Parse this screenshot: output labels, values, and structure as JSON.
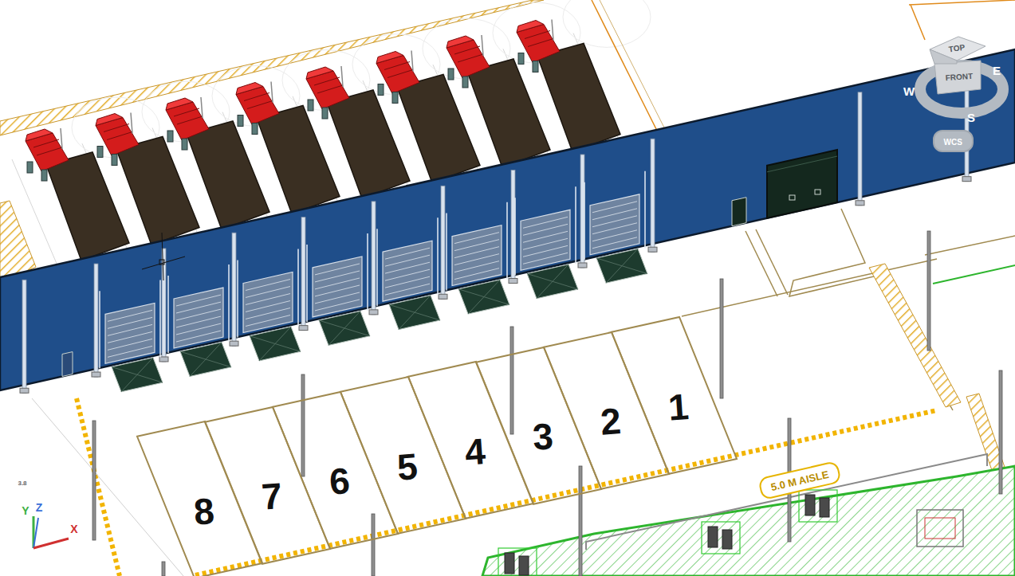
{
  "diagram": {
    "nodes": [
      {
        "text": [
          "8"
        ]
      },
      {
        "text": [
          "7"
        ]
      },
      {
        "text": [
          "6"
        ]
      },
      {
        "text": [
          "5"
        ]
      },
      {
        "text": [
          "4"
        ]
      },
      {
        "text": [
          "3"
        ]
      },
      {
        "text": [
          "2"
        ]
      },
      {
        "text": [
          "1"
        ]
      },
      {
        "text": [
          "5.0 M AISLE"
        ]
      },
      {
        "text": [
          "WCS"
        ]
      }
    ],
    "labels": [
      "TOP",
      "FRONT",
      "W",
      "E",
      "S",
      "3.8",
      "Y",
      "Z",
      "X"
    ]
  }
}
